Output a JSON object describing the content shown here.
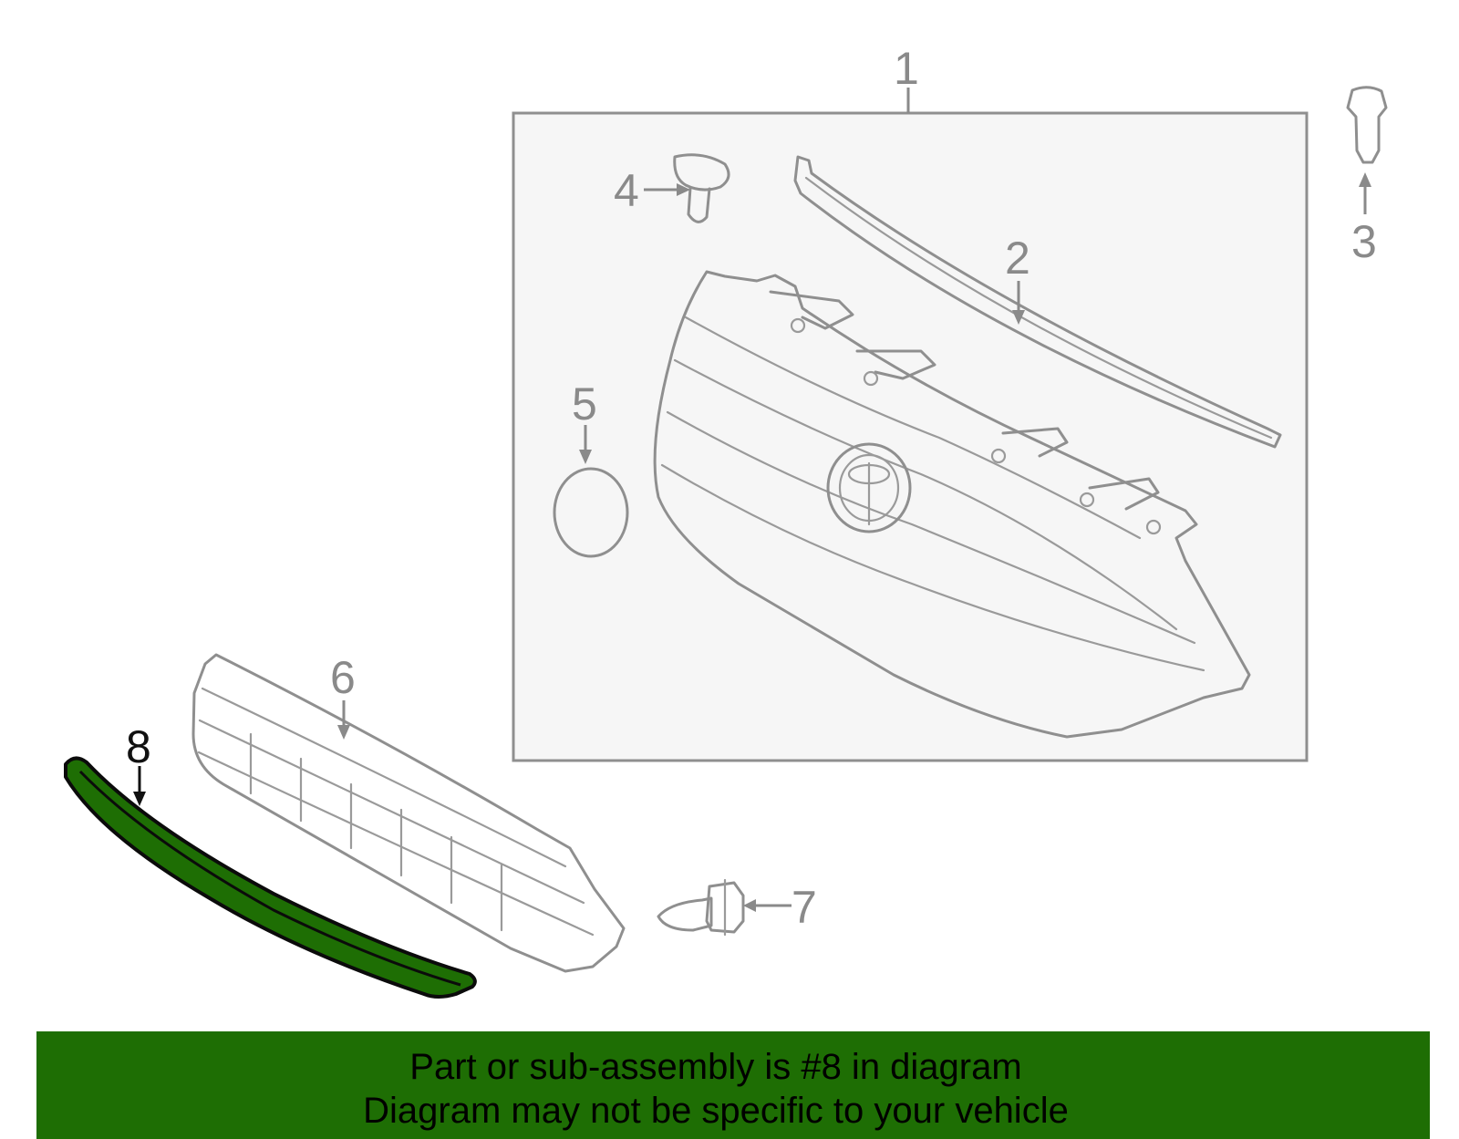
{
  "callouts": [
    "1",
    "2",
    "3",
    "4",
    "5",
    "6",
    "7",
    "8"
  ],
  "highlighted_part": "8",
  "colors": {
    "highlight_fill": "#1e6e04",
    "highlight_stroke": "#0b0b0b",
    "assembly_box_fill": "#f6f6f6",
    "line_art": "#8f8f8f",
    "banner": "#1e6e04"
  },
  "parts": [
    {
      "callout": "1",
      "name": "grille-assembly-box"
    },
    {
      "callout": "2",
      "name": "upper-molding"
    },
    {
      "callout": "3",
      "name": "push-clip"
    },
    {
      "callout": "4",
      "name": "retainer-clip"
    },
    {
      "callout": "5",
      "name": "emblem-cover"
    },
    {
      "callout": "6",
      "name": "lower-grille"
    },
    {
      "callout": "7",
      "name": "bolt-screw"
    },
    {
      "callout": "8",
      "name": "lower-molding"
    }
  ],
  "footer": {
    "line1": "Part or sub-assembly is #8 in diagram",
    "line2": "Diagram may not be specific to your vehicle"
  }
}
